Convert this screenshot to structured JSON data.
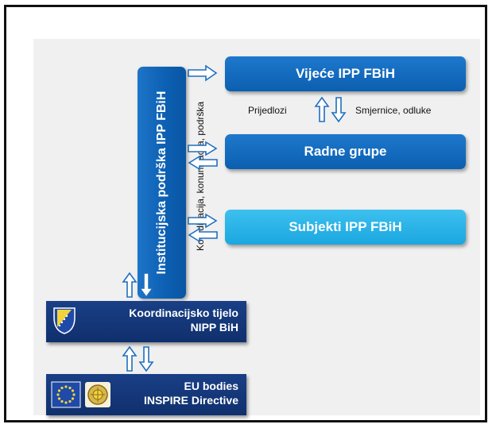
{
  "diagram": {
    "institutional_support": "Institucijska podrška IPP FBiH",
    "side_label": "Koordinacija, konunikacija, podrška",
    "council": "Vijeće IPP FBiH",
    "proposals": "Prijedlozi",
    "guidelines": "Smjernice, odluke",
    "working_groups": "Radne grupe",
    "subjects": "Subjekti IPP FBiH",
    "coordination_line1": "Koordinacijsko tijelo",
    "coordination_line2": "NIPP BiH",
    "eu_line1": "EU bodies",
    "eu_line2": "INSPIRE Directive"
  },
  "colors": {
    "dark_blue": "#0b5fb0",
    "light_blue": "#1aa7e0",
    "navy": "#10306d",
    "arrow_outline": "#1f6fbf",
    "eu_flag": "#1f4aa8",
    "eu_stars": "#f3d33a"
  },
  "icons": [
    "bih-coat-of-arms-icon",
    "eu-flag-icon",
    "inspire-logo-icon"
  ]
}
